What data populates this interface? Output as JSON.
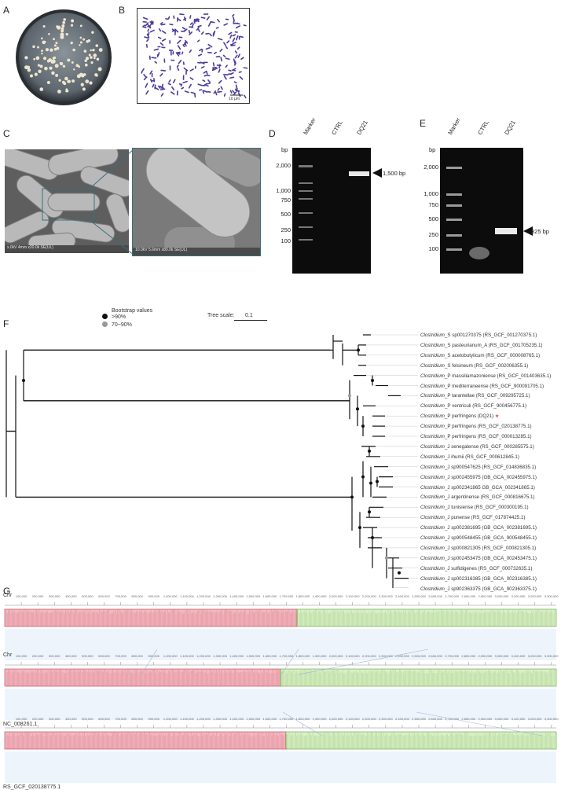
{
  "panels": {
    "A": "A",
    "B": "B",
    "C": "C",
    "D": "D",
    "E": "E",
    "F": "F",
    "G": "G"
  },
  "microscopy": {
    "scale_bar": "10 μm"
  },
  "sem": {
    "left_caption": "x.0kV 4mm x20.0k SE(UL)",
    "right_caption": "10.0kV 5.6mm x80.0k SE(UL)"
  },
  "gel_d": {
    "bp_label": "bp",
    "lanes": [
      "Marker",
      "CTRL",
      "DQ21"
    ],
    "ladder": [
      "2,000",
      "1,000",
      "750",
      "500",
      "250",
      "100"
    ],
    "band": "1,500 bp"
  },
  "gel_e": {
    "bp_label": "bp",
    "lanes": [
      "Marker",
      "CTRL",
      "DQ21"
    ],
    "ladder": [
      "2,000",
      "1,000",
      "750",
      "500",
      "250",
      "100"
    ],
    "band": "325 bp"
  },
  "tree": {
    "legend_title": "Bootstrap values",
    "legend_high": ">90%",
    "legend_mid": "70~90%",
    "scale_label": "Tree scale:",
    "scale_value": "0.1",
    "colors": {
      "high": "#111111",
      "mid": "#999999",
      "star": "#e03a2f"
    },
    "taxa": [
      {
        "genus": "Clostridium",
        "name": "_S sp001270375 (RS_GCF_001270375.1)"
      },
      {
        "genus": "Clostridium",
        "name": "_S pasteurianum_A (RS_GCF_001705235.1)"
      },
      {
        "genus": "Clostridium",
        "name": "_S acetobutylicum (RS_GCF_000008765.1)"
      },
      {
        "genus": "Clostridium",
        "name": "_S felsineum (RS_GCF_002006355.1)"
      },
      {
        "genus": "Clostridium",
        "name": "_P massiliamazoniense (RS_GCF_001403635.1)"
      },
      {
        "genus": "Clostridium",
        "name": "_P mediterraneense (RS_GCF_900091705.1)"
      },
      {
        "genus": "Clostridium",
        "name": "_P tarantellae (RS_GCF_009295725.1)"
      },
      {
        "genus": "Clostridium",
        "name": "_P ventriculi (RS_GCF_900456775.1)"
      },
      {
        "genus": "Clostridium",
        "name": "_P perfringens (DQ21)"
      },
      {
        "genus": "Clostridium",
        "name": "_P perfringens (RS_GCF_020138775.1)"
      },
      {
        "genus": "Clostridium",
        "name": "_P perfringens (RS_GCF_000013285.1)"
      },
      {
        "genus": "Clostridium",
        "name": "_J senegalense (RS_GCF_000285575.1)"
      },
      {
        "genus": "Clostridium",
        "name": "_J ihumii (RS_GCF_000612845.1)"
      },
      {
        "genus": "Clostridium",
        "name": "_J sp900547625 (RS_GCF_014836835.1)"
      },
      {
        "genus": "Clostridium",
        "name": "_J sp002455975 (GB_GCA_002455975.1)"
      },
      {
        "genus": "Clostridium",
        "name": "_J sp002341865 GB_GCA_002341865.1)"
      },
      {
        "genus": "Clostridium",
        "name": "_J argentinense (RS_GCF_000816675.1)"
      },
      {
        "genus": "Clostridium",
        "name": "_J tunisiense (RS_GCF_000300195.1)"
      },
      {
        "genus": "Clostridium",
        "name": "_J punense (RS_GCF_017874425.1)"
      },
      {
        "genus": "Clostridium",
        "name": "_J sp002381695 (GB_GCA_002381695.1)"
      },
      {
        "genus": "Clostridium",
        "name": "_J sp900548455 (GB_GCA_900548455.1)"
      },
      {
        "genus": "Clostridium",
        "name": "_J sp000821305 (RS_GCF_000821305.1)"
      },
      {
        "genus": "Clostridium",
        "name": "_J sp002453475 (GB_GCA_002453475.1)"
      },
      {
        "genus": "Clostridium",
        "name": "_J sulfidigenes (RS_GCF_000732635.1)"
      },
      {
        "genus": "Clostridium",
        "name": "_J sp002316385 (GB_GCA_002316385.1)"
      },
      {
        "genus": "Clostridium",
        "name": "_J sp902363375 (GB_GCA_902363375.1)"
      }
    ]
  },
  "synteny": {
    "ticks": [
      "100,000",
      "200,000",
      "300,000",
      "400,000",
      "500,000",
      "600,000",
      "700,000",
      "800,000",
      "900,000",
      "1,000,000",
      "1,100,000",
      "1,200,000",
      "1,300,000",
      "1,400,000",
      "1,500,000",
      "1,600,000",
      "1,700,000",
      "1,800,000",
      "1,900,000",
      "2,000,000",
      "2,100,000",
      "2,200,000",
      "2,300,000",
      "2,400,000",
      "2,500,000",
      "2,600,000",
      "2,700,000",
      "2,800,000",
      "2,900,000",
      "3,000,000",
      "3,100,000",
      "3,200,000",
      "3,300,000"
    ],
    "tracks": [
      {
        "top_label": "Chr",
        "bottom_label": "",
        "split": 0.53
      },
      {
        "top_label": "Chr",
        "bottom_label": "NC_008261.1",
        "split": 0.5
      },
      {
        "top_label": "",
        "bottom_label": "RS_GCF_020138775.1",
        "split": 0.51
      }
    ],
    "colors": {
      "red": "#f2b8c0",
      "red_line": "#c0394b",
      "green": "#d9efc5",
      "green_line": "#5b9e3a"
    }
  }
}
